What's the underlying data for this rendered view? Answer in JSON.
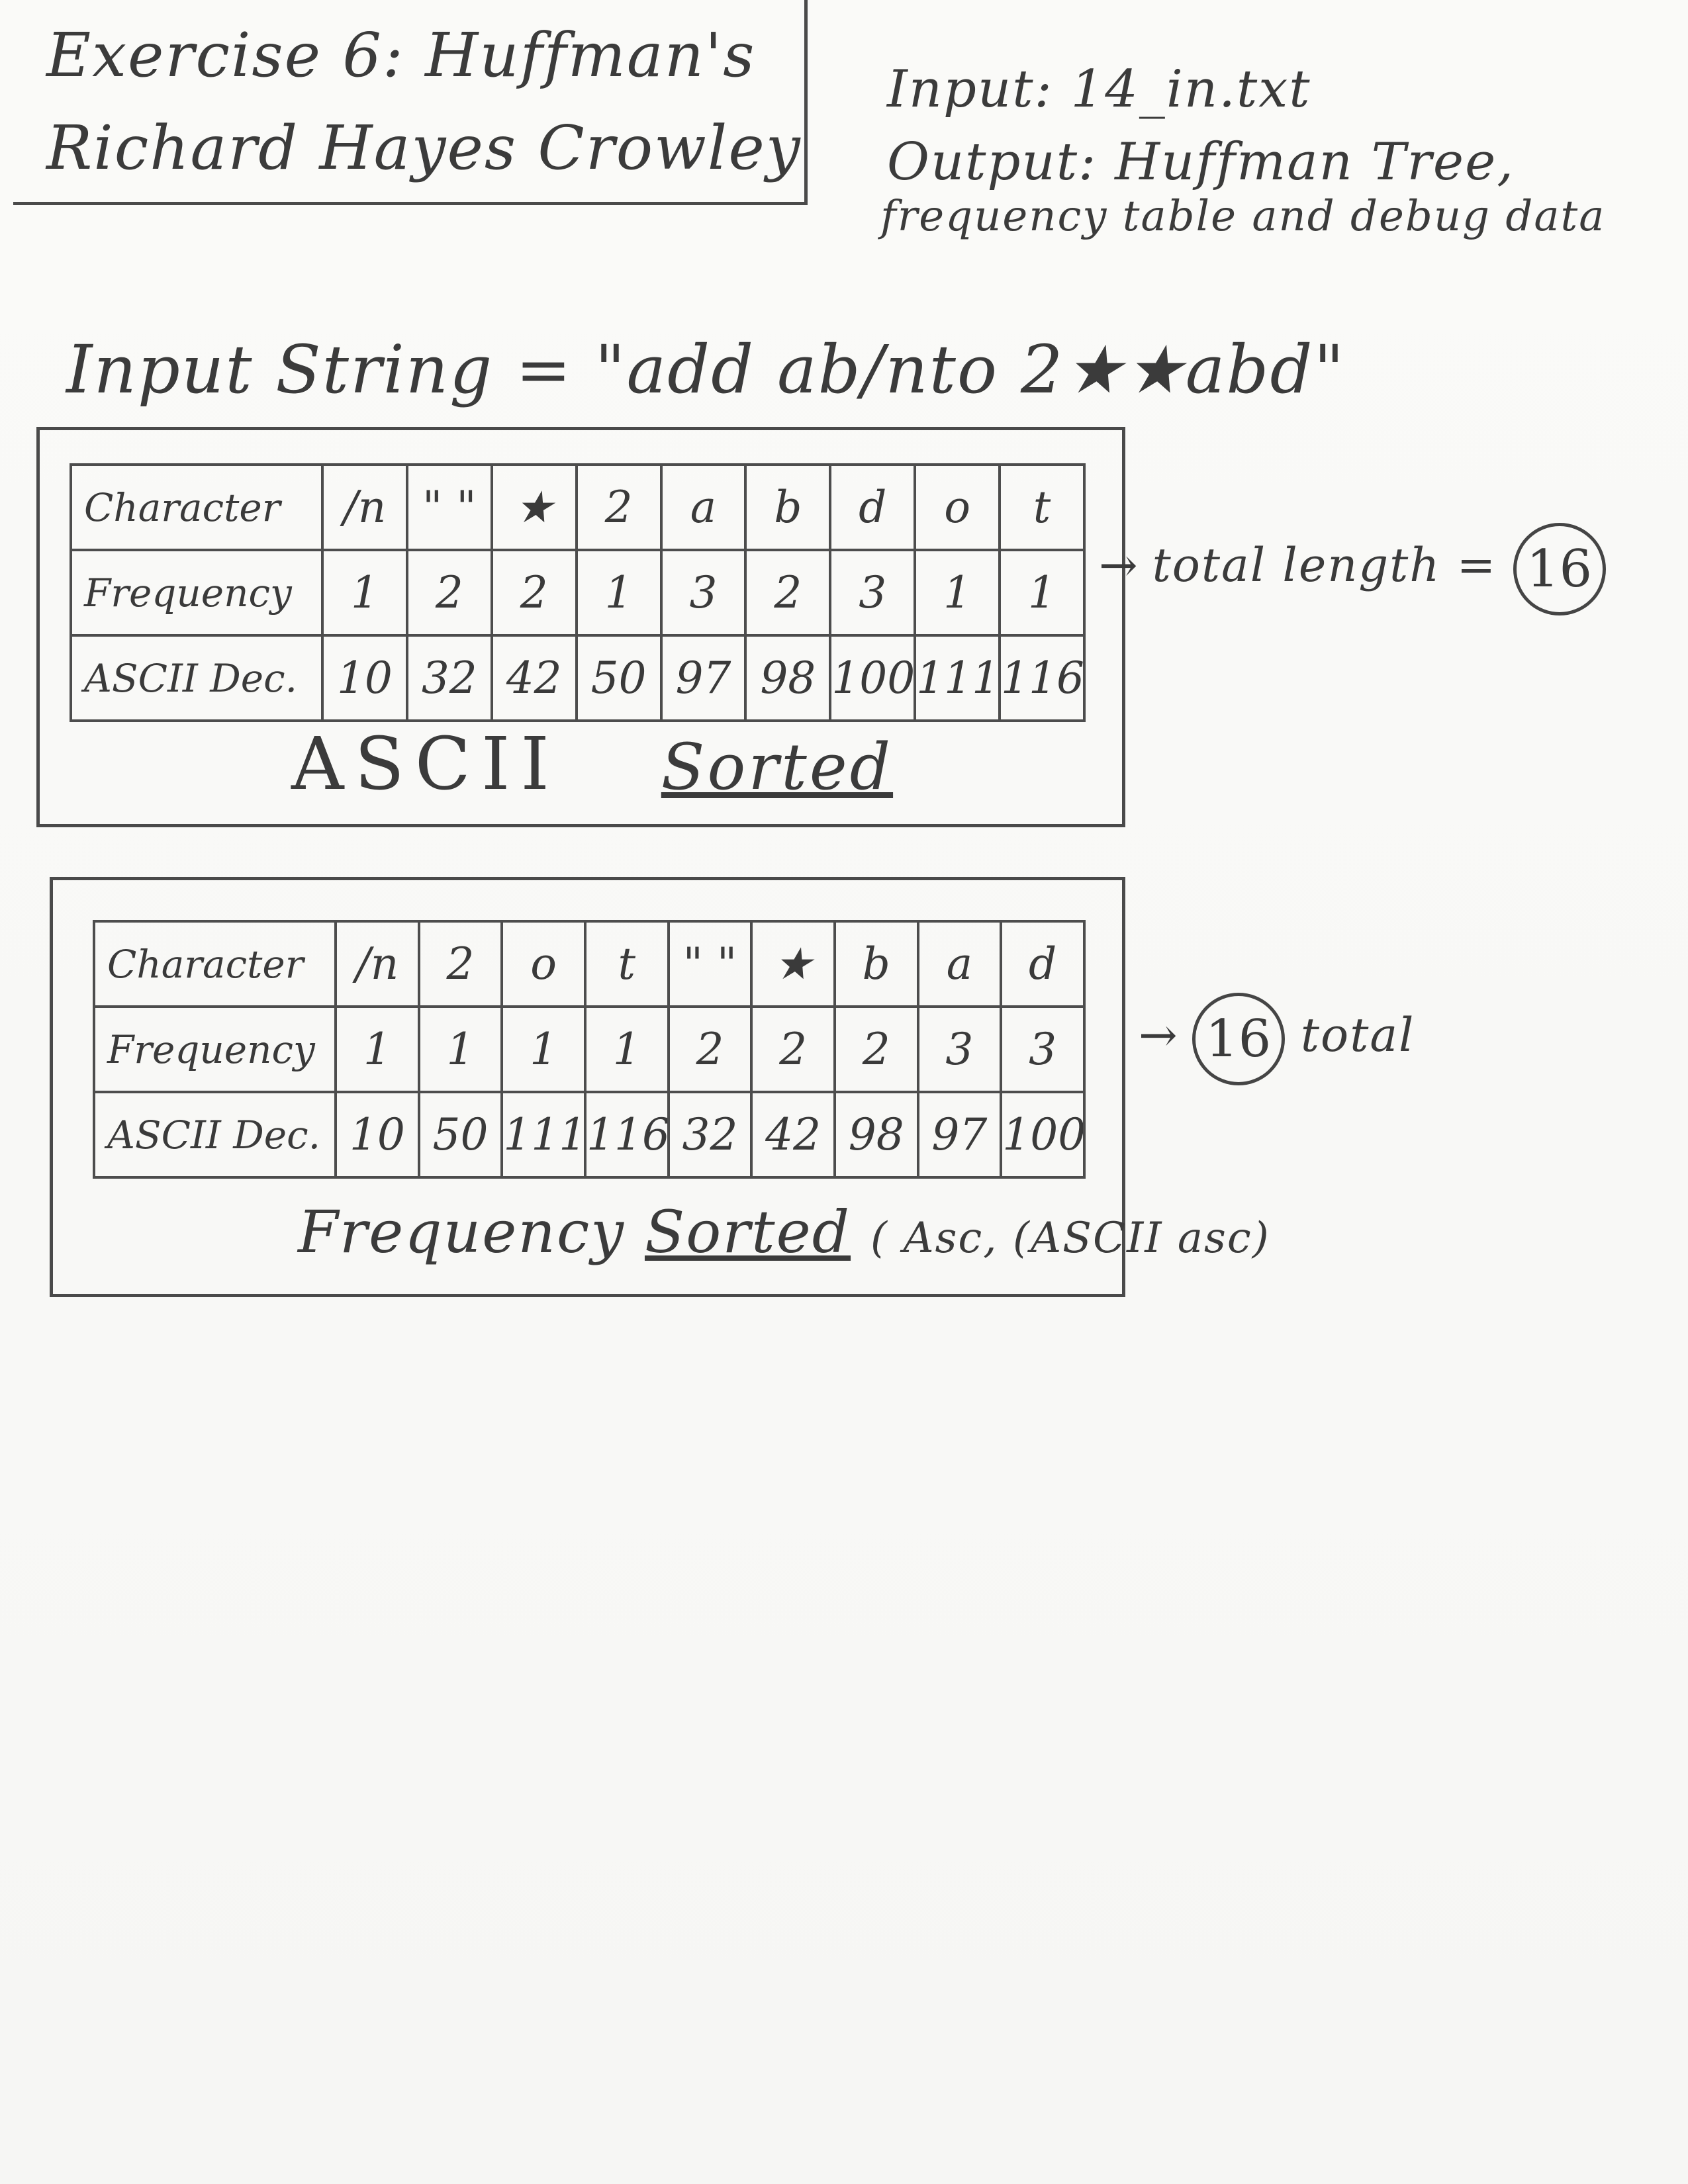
{
  "header": {
    "title_line1": "Exercise 6: Huffman's",
    "title_line2": "Richard Hayes Crowley"
  },
  "io": {
    "input": "Input: 14_in.txt",
    "output": "Output: Huffman Tree,",
    "output_cont": "frequency table and debug data"
  },
  "input_string": "Input String = \"add ab/nto 2★★abd\"",
  "table_ascii_sorted": {
    "row_labels": [
      "Character",
      "Frequency",
      "ASCII Dec."
    ],
    "characters": [
      "/n",
      "\" \"",
      "★",
      "2",
      "a",
      "b",
      "d",
      "o",
      "t"
    ],
    "frequency": [
      "1",
      "2",
      "2",
      "1",
      "3",
      "2",
      "3",
      "1",
      "1"
    ],
    "ascii_dec": [
      "10",
      "32",
      "42",
      "50",
      "97",
      "98",
      "100",
      "111",
      "116"
    ],
    "caption_main": "ASCII",
    "caption_under": "Sorted",
    "note_arrow": "→",
    "note_text": "total length =",
    "note_circled": "16"
  },
  "table_frequency_sorted": {
    "row_labels": [
      "Character",
      "Frequency",
      "ASCII Dec."
    ],
    "characters": [
      "/n",
      "2",
      "o",
      "t",
      "\" \"",
      "★",
      "b",
      "a",
      "d"
    ],
    "frequency": [
      "1",
      "1",
      "1",
      "1",
      "2",
      "2",
      "2",
      "3",
      "3"
    ],
    "ascii_dec": [
      "10",
      "50",
      "111",
      "116",
      "32",
      "42",
      "98",
      "97",
      "100"
    ],
    "caption_main": "Frequency",
    "caption_under": "Sorted",
    "caption_extra": "( Asc, (ASCII asc)",
    "note_arrow": "→",
    "note_circled": "16",
    "note_text": "total"
  }
}
